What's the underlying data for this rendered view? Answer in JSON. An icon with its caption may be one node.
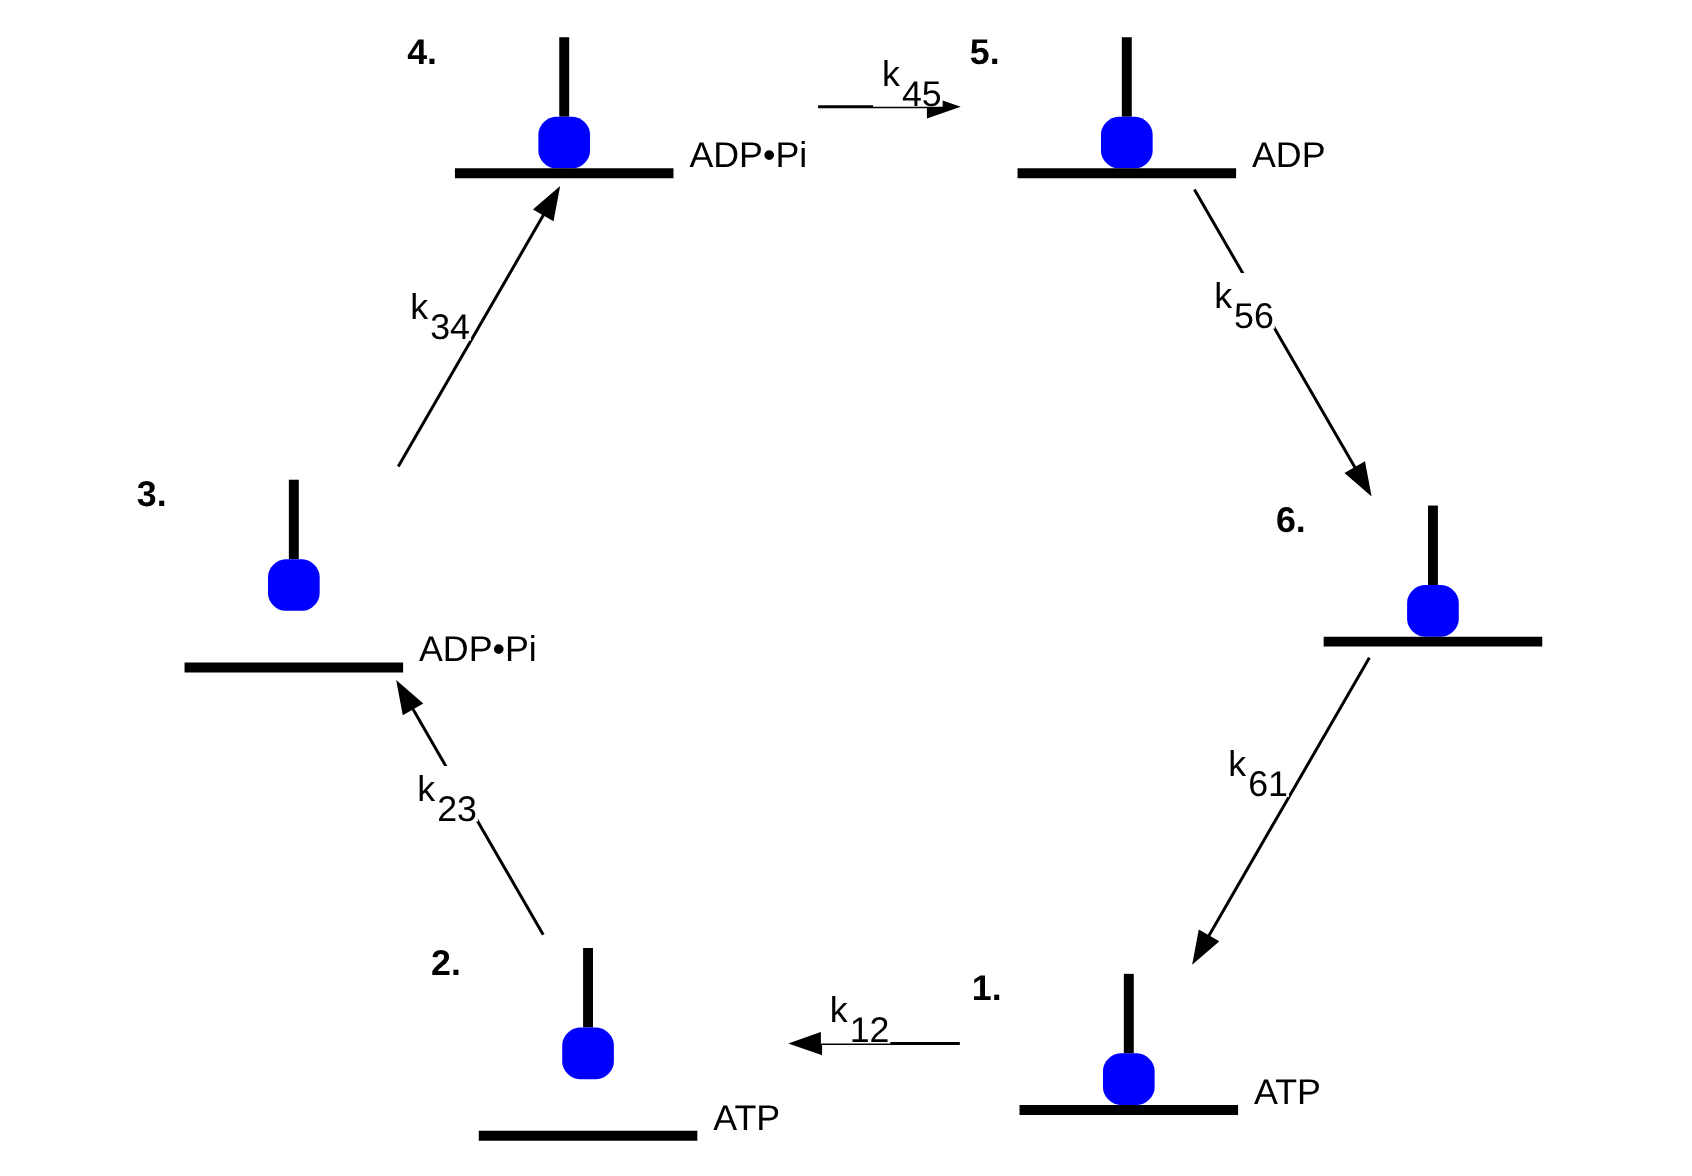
{
  "diagram": {
    "nodes": [
      {
        "text": [
          "ATP"
        ],
        "beside": [
          "1."
        ]
      },
      {
        "text": [
          "ATP"
        ],
        "beside": [
          "2."
        ]
      },
      {
        "text": [
          "ADP•Pi"
        ],
        "beside": [
          "3."
        ]
      },
      {
        "text": [
          "ADP•Pi"
        ],
        "beside": [
          "4."
        ]
      },
      {
        "text": [
          "ADP"
        ],
        "beside": [
          "5."
        ]
      },
      {
        "text": [],
        "shape": "picture",
        "beside": [
          "6."
        ]
      }
    ],
    "edges": [
      {
        "from": 0,
        "to": 1,
        "arrow": "to",
        "label": "k$_{12}$"
      },
      {
        "from": 1,
        "to": 2,
        "arrow": "to",
        "label": "k$_{23}$"
      },
      {
        "from": 2,
        "to": 3,
        "arrow": "to",
        "label": "k$_{34}$"
      },
      {
        "from": 3,
        "to": 4,
        "arrow": "to",
        "label": "k$_{45}$"
      },
      {
        "from": 4,
        "to": 5,
        "arrow": "to",
        "label": "k$_{56}$"
      },
      {
        "from": 5,
        "to": 0,
        "arrow": "to",
        "label": "k$_{61}$"
      }
    ]
  }
}
